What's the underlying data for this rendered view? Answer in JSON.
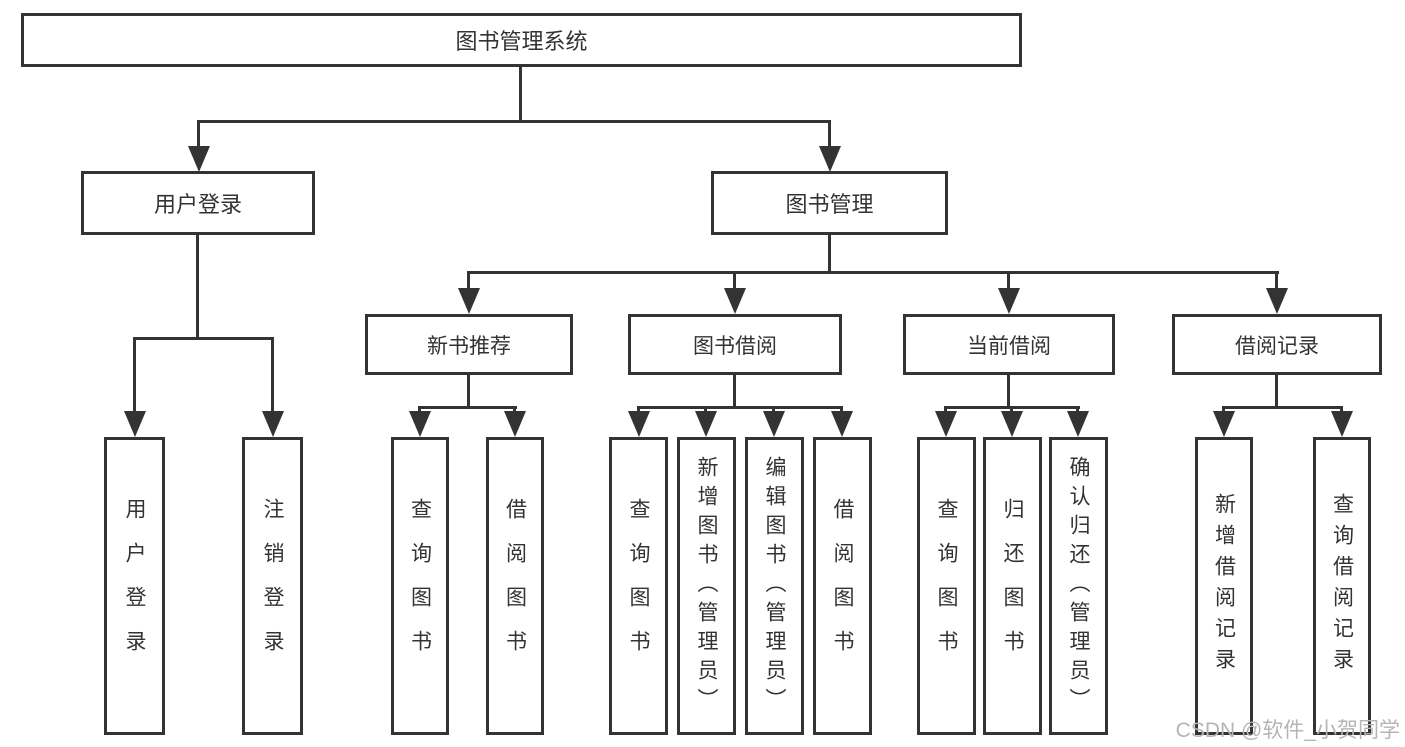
{
  "diagram": {
    "root": {
      "label": "图书管理系统"
    },
    "branches": [
      {
        "label": "用户登录",
        "children": [
          {
            "label": "用户登录"
          },
          {
            "label": "注销登录"
          }
        ]
      },
      {
        "label": "图书管理",
        "children": [
          {
            "label": "新书推荐",
            "children": [
              {
                "label": "查询图书"
              },
              {
                "label": "借阅图书"
              }
            ]
          },
          {
            "label": "图书借阅",
            "children": [
              {
                "label": "查询图书"
              },
              {
                "label": "新增图书（管理员）"
              },
              {
                "label": "编辑图书（管理员）"
              },
              {
                "label": "借阅图书"
              }
            ]
          },
          {
            "label": "当前借阅",
            "children": [
              {
                "label": "查询图书"
              },
              {
                "label": "归还图书"
              },
              {
                "label": "确认归还（管理员）"
              }
            ]
          },
          {
            "label": "借阅记录",
            "children": [
              {
                "label": "新增借阅记录"
              },
              {
                "label": "查询借阅记录"
              }
            ]
          }
        ]
      }
    ]
  },
  "watermark": {
    "text": "CSDN @软件_小贺同学"
  },
  "colors": {
    "line": "#333333",
    "border": "#333333",
    "text": "#333333",
    "background": "#ffffff",
    "watermark": "#b5b5b5"
  }
}
